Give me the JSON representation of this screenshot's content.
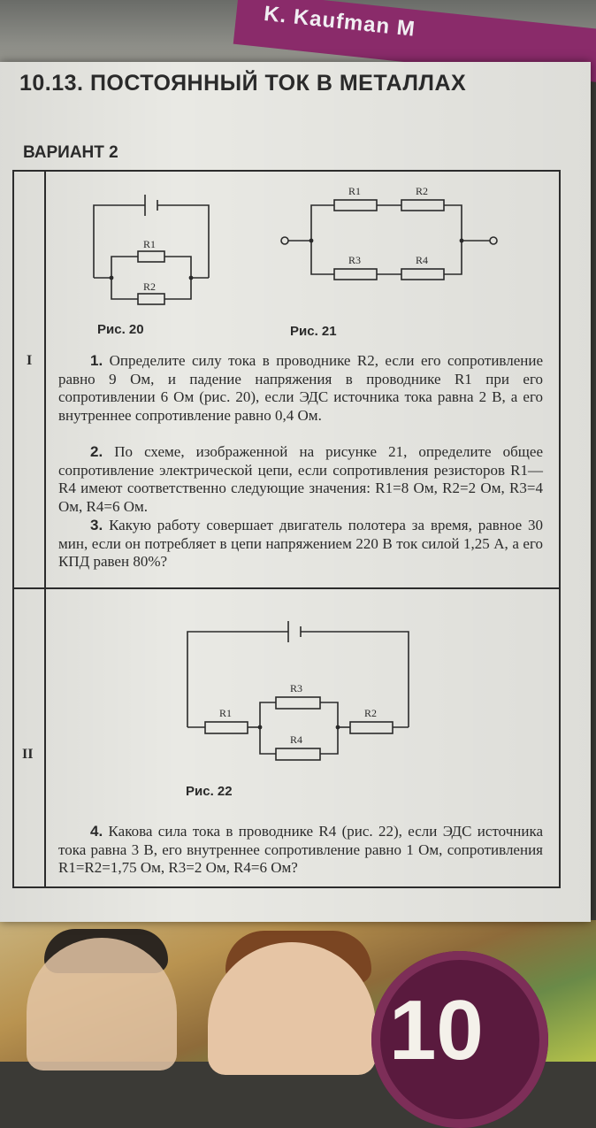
{
  "header": {
    "title": "10.13. ПОСТОЯННЫЙ ТОК В МЕТАЛЛАХ",
    "variant": "ВАРИАНТ 2"
  },
  "background": {
    "brand": "K. Kaufman M",
    "badge_number": "10"
  },
  "sections": [
    {
      "numeral": "I"
    },
    {
      "numeral": "II"
    }
  ],
  "figures": {
    "fig20": {
      "caption": "Рис. 20",
      "labels": [
        "R1",
        "R2"
      ]
    },
    "fig21": {
      "caption": "Рис. 21",
      "labels": [
        "R1",
        "R2",
        "R3",
        "R4"
      ]
    },
    "fig22": {
      "caption": "Рис. 22",
      "labels": [
        "R1",
        "R2",
        "R3",
        "R4"
      ]
    }
  },
  "tasks": [
    {
      "number": "1.",
      "text": "Определите силу тока в проводнике R2, если его сопротивление равно 9 Ом, и падение напряжения в проводнике R1 при его сопротивлении 6 Ом (рис. 20), если ЭДС источника тока равна 2 В, а его внутреннее сопротивление равно 0,4 Ом."
    },
    {
      "number": "2.",
      "text": "По схеме, изображенной на рисунке 21, определите общее сопротивление электрической цепи, если сопротивления резисторов R1—R4 имеют соответственно следующие значения: R1=8 Ом, R2=2 Ом, R3=4 Ом, R4=6 Ом."
    },
    {
      "number": "3.",
      "text": "Какую работу совершает двигатель полотера за время, равное 30 мин, если он потребляет в цепи напряжением 220 В ток силой 1,25 А, а его КПД равен 80%?"
    },
    {
      "number": "4.",
      "text": "Какова сила тока в проводнике R4 (рис. 22), если ЭДС источника тока равна 3 В, его внутреннее сопротивление равно 1 Ом, сопротивления R1=R2=1,75 Ом, R3=2 Ом, R4=6 Ом?"
    }
  ]
}
